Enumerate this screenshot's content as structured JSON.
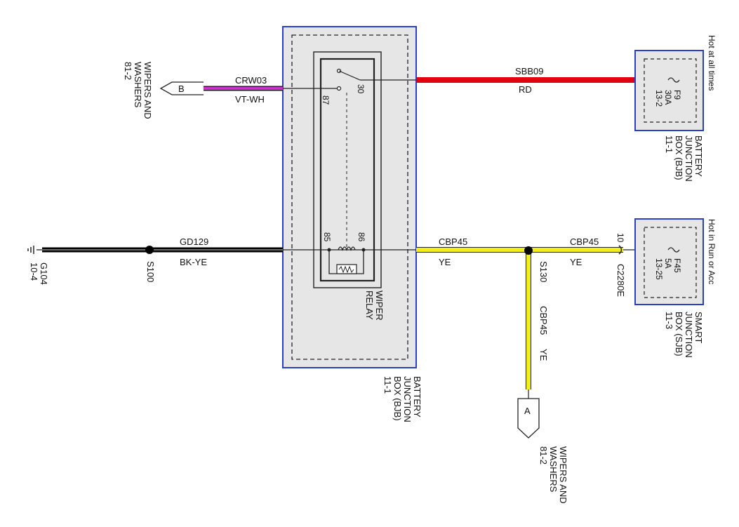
{
  "colors": {
    "box_border": "#2a3fc9",
    "box_fill": "#e6e6e6",
    "wire_black": "#000000",
    "wire_red": "#e0000f",
    "wire_yellow": "#f2ee1a",
    "wire_violet": "#cc33cc"
  },
  "top_circuit": {
    "wire_left": {
      "circuit": "CRW03",
      "color_code": "VT-WH"
    },
    "wire_right": {
      "circuit": "SBB09",
      "color_code": "RD"
    },
    "connector_b": {
      "letter": "B",
      "label": [
        "WIPERS AND",
        "WASHERS",
        "81-2"
      ]
    },
    "fuse_f9": {
      "name": "F9",
      "rating": "30A",
      "ref": "13-2",
      "box_label": [
        "BATTERY",
        "JUNCTION",
        "BOX (BJB)",
        "11-1"
      ],
      "feed": "Hot at all times"
    }
  },
  "relay": {
    "name": [
      "WIPER",
      "RELAY"
    ],
    "pins": {
      "p87": "87",
      "p30": "30",
      "p85": "85",
      "p86": "86"
    },
    "box_label": [
      "BATTERY",
      "JUNCTION",
      "BOX (BJB)",
      "11-1"
    ]
  },
  "bottom_circuit": {
    "ground": {
      "name": "G104",
      "ref": "10-4"
    },
    "splice_s100": "S100",
    "wire_ground": {
      "circuit": "GD129",
      "color_code": "BK-YE"
    },
    "wire_mid": {
      "circuit": "CBP45",
      "color_code": "YE"
    },
    "splice_s130": "S130",
    "wire_right": {
      "circuit": "CBP45",
      "color_code": "YE"
    },
    "wire_down": {
      "circuit": "CBP45",
      "color_code": "YE"
    },
    "connector_pin": "10",
    "connector_name": "C2280E",
    "connector_a": {
      "letter": "A",
      "label": [
        "WIPERS AND",
        "WASHERS",
        "81-2"
      ]
    },
    "fuse_f45": {
      "name": "F45",
      "rating": "5A",
      "ref": "13-25",
      "box_label": [
        "SMART",
        "JUNCTION",
        "BOX (SJB)",
        "11-3"
      ],
      "feed": "Hot in Run or Acc"
    }
  }
}
